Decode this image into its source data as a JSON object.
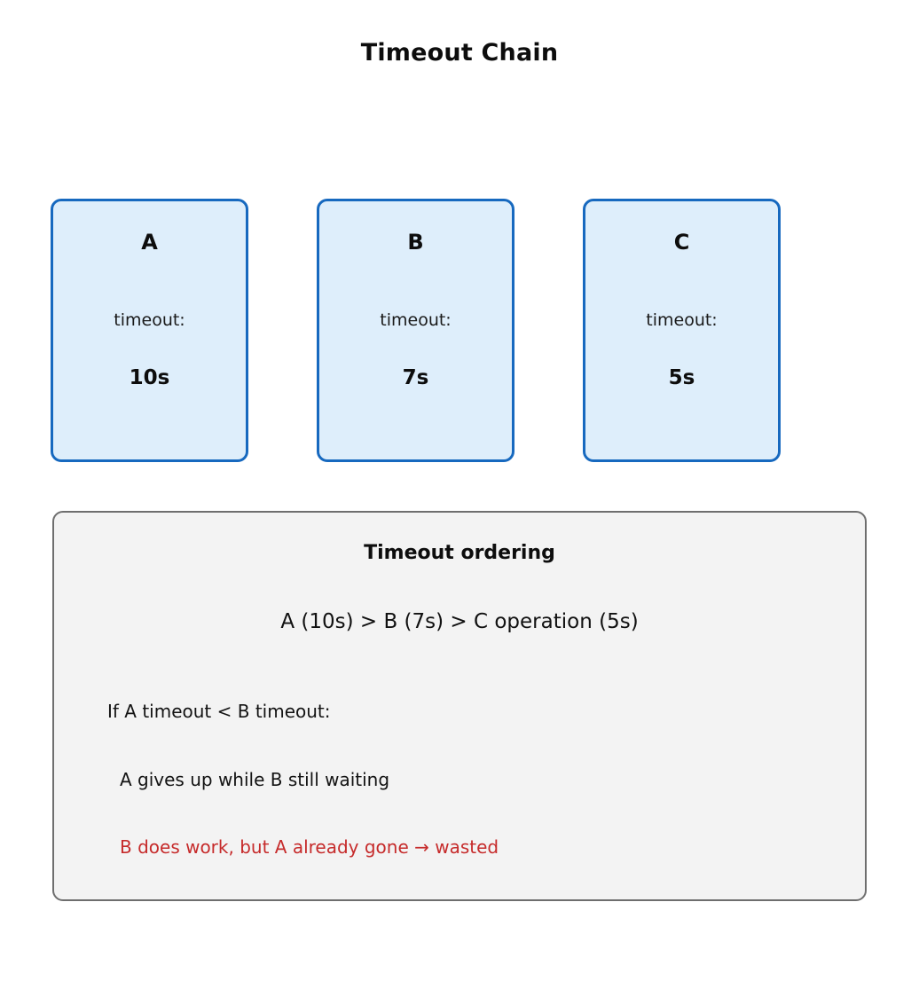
{
  "title": "Timeout Chain",
  "colors": {
    "node_border": "#1769bf",
    "node_fill": "#deeefb",
    "arrow": "#616161",
    "panel_border": "#6e6e6e",
    "panel_fill": "#f3f3f3",
    "warning_text": "#c62b2b",
    "body_text": "#111111",
    "background": "#ffffff"
  },
  "nodes": [
    {
      "label": "A",
      "caption": "timeout:",
      "value": "10s"
    },
    {
      "label": "B",
      "caption": "timeout:",
      "value": "7s"
    },
    {
      "label": "C",
      "caption": "timeout:",
      "value": "5s"
    }
  ],
  "edges": [
    {
      "from": "A",
      "to": "B",
      "icon": "arrow-right-icon"
    },
    {
      "from": "B",
      "to": "C",
      "icon": "arrow-right-icon"
    }
  ],
  "panel": {
    "heading": "Timeout ordering",
    "formula": "A (10s) > B (7s) > C operation (5s)",
    "lines": [
      "If A timeout < B timeout:",
      "A gives up while B still waiting",
      "B does work, but A already gone → wasted"
    ]
  }
}
